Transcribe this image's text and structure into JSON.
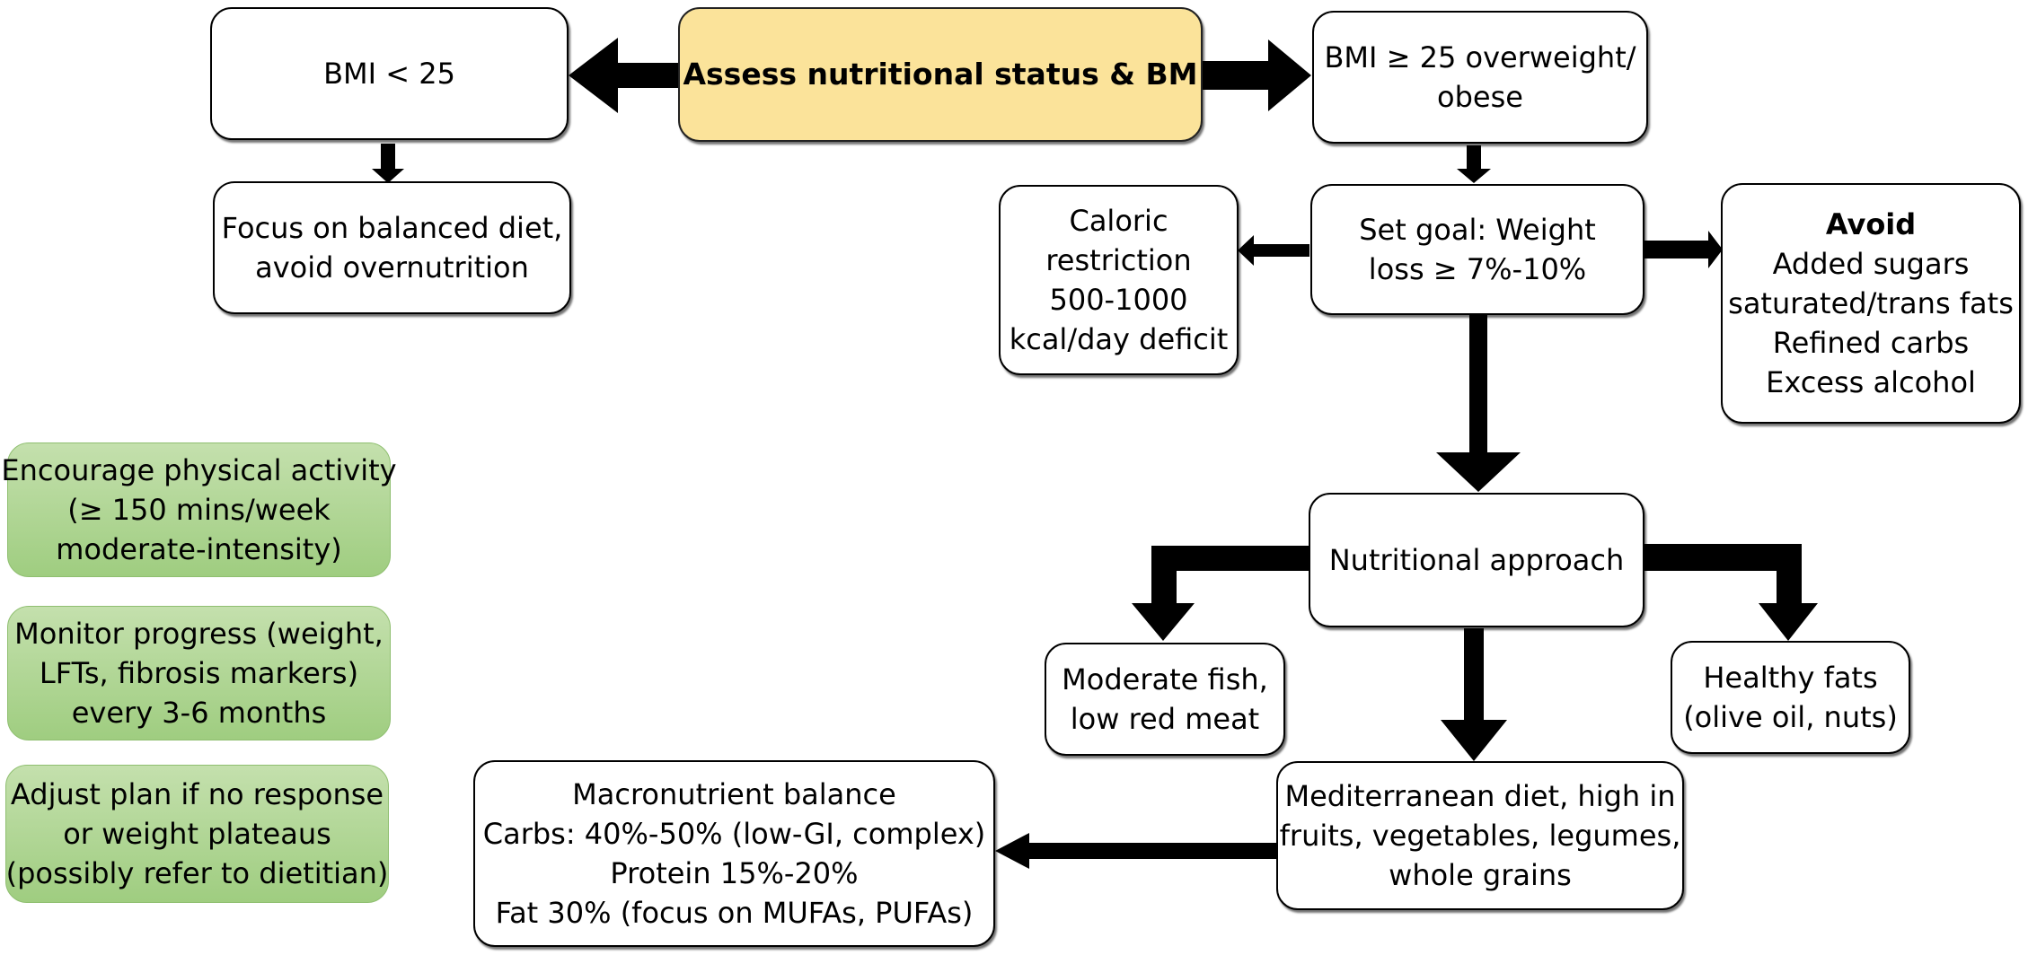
{
  "nodes": {
    "assess": [
      "Assess nutritional status & BM"
    ],
    "bmi_low": [
      "BMI < 25"
    ],
    "bmi_high": [
      "BMI ≥ 25 overweight/",
      "obese"
    ],
    "balanced": [
      "Focus on balanced diet,",
      "avoid overnutrition"
    ],
    "caloric": [
      "Caloric",
      "restriction",
      "500-1000",
      "kcal/day deficit"
    ],
    "set_goal": [
      "Set goal: Weight",
      "loss ≥ 7%-10%"
    ],
    "avoid": {
      "title": "Avoid",
      "lines": [
        "Added sugars",
        "saturated/trans fats",
        "Refined carbs",
        "Excess alcohol"
      ]
    },
    "nutritional": [
      "Nutritional approach"
    ],
    "fish": [
      "Moderate fish,",
      "low red meat"
    ],
    "fats": [
      "Healthy fats",
      "(olive oil, nuts)"
    ],
    "mediterranean": [
      "Mediterranean diet, high in",
      "fruits, vegetables, legumes,",
      "whole grains"
    ],
    "macro": [
      "Macronutrient balance",
      "Carbs: 40%-50% (low-GI, complex)",
      "Protein 15%-20%",
      "Fat 30% (focus on MUFAs, PUFAs)"
    ],
    "physical": [
      "Encourage physical activity",
      "(≥ 150 mins/week",
      "moderate-intensity)"
    ],
    "monitor": [
      "Monitor progress (weight,",
      "LFTs, fibrosis markers)",
      "every 3-6 months"
    ],
    "adjust": [
      "Adjust plan if no response",
      "or weight plateaus",
      "(possibly refer to dietitian)"
    ]
  },
  "colors": {
    "main_fill": "#fbe39a",
    "green_fill": "#a8d28b",
    "arrow": "#000000"
  }
}
